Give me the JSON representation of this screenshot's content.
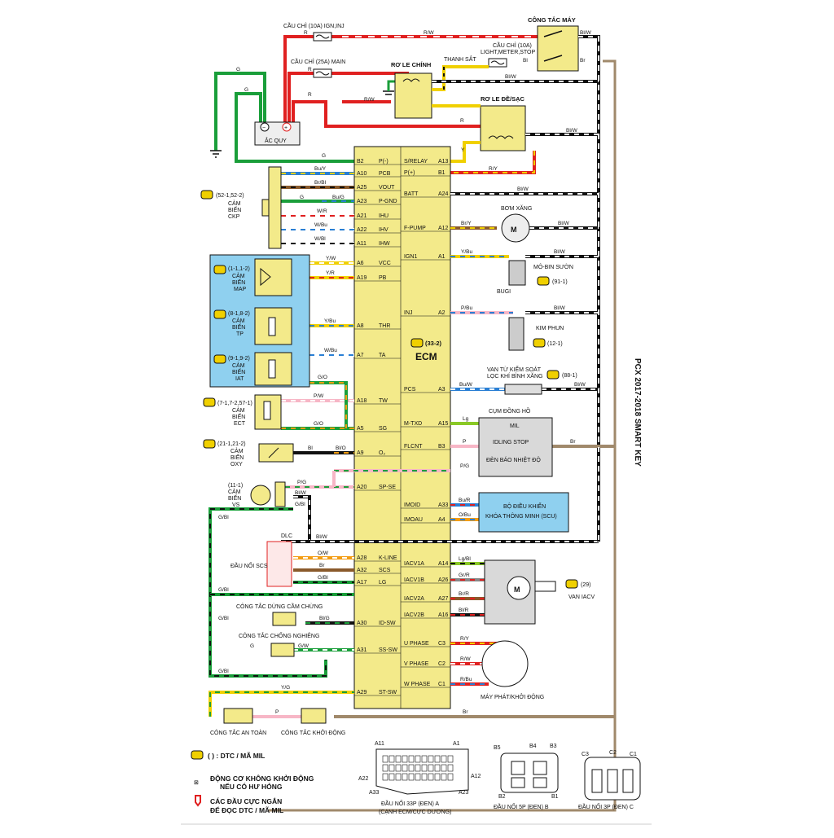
{
  "title_side": "PCX 2017-2018 SMART KEY",
  "top": {
    "fuse_ign": "CẦU CHÌ (10A) IGN,INJ",
    "fuse_main": "CẦU CHÌ (25A) MAIN",
    "fuse_light_1": "CẦU CHÌ (10A)",
    "fuse_light_2": "LIGHT,METER,STOP",
    "ignition_switch": "CÔNG TẮC MÁY",
    "main_relay": "RƠ LE CHÍNH",
    "frame_ground": "THANH SẮT",
    "starter_relay": "RƠ LE ĐỀ/SẠC",
    "battery": "ẮC QUY"
  },
  "ecm": {
    "code": "(33-2)",
    "label": "ECM",
    "left_pins": [
      {
        "id": "B2",
        "name": "P(-)"
      },
      {
        "id": "A10",
        "name": "PCB"
      },
      {
        "id": "A25",
        "name": "VOUT"
      },
      {
        "id": "A23",
        "name": "P-GND"
      },
      {
        "id": "A21",
        "name": "IHU"
      },
      {
        "id": "A22",
        "name": "IHV"
      },
      {
        "id": "A11",
        "name": "IHW"
      },
      {
        "id": "A6",
        "name": "VCC"
      },
      {
        "id": "A19",
        "name": "PB"
      },
      {
        "id": "A8",
        "name": "THR"
      },
      {
        "id": "A7",
        "name": "TA"
      },
      {
        "id": "A18",
        "name": "TW"
      },
      {
        "id": "A5",
        "name": "SG"
      },
      {
        "id": "A9",
        "name": "O₂"
      },
      {
        "id": "A20",
        "name": "SP-SE"
      },
      {
        "id": "A28",
        "name": "K-LINE"
      },
      {
        "id": "A32",
        "name": "SCS"
      },
      {
        "id": "A17",
        "name": "LG"
      },
      {
        "id": "A30",
        "name": "ID-SW"
      },
      {
        "id": "A31",
        "name": "SS-SW"
      },
      {
        "id": "A29",
        "name": "ST-SW"
      }
    ],
    "right_pins": [
      {
        "id": "A13",
        "name": "S/RELAY"
      },
      {
        "id": "B1",
        "name": "P(+)"
      },
      {
        "id": "A24",
        "name": "BATT"
      },
      {
        "id": "A12",
        "name": "F-PUMP"
      },
      {
        "id": "A1",
        "name": "IGN1"
      },
      {
        "id": "A2",
        "name": "INJ"
      },
      {
        "id": "A3",
        "name": "PCS"
      },
      {
        "id": "A15",
        "name": "M-TXD"
      },
      {
        "id": "B3",
        "name": "FLCNT"
      },
      {
        "id": "A33",
        "name": "IMOID"
      },
      {
        "id": "A4",
        "name": "IMOAU"
      },
      {
        "id": "A14",
        "name": "IACV1A"
      },
      {
        "id": "A26",
        "name": "IACV1B"
      },
      {
        "id": "A27",
        "name": "IACV2A"
      },
      {
        "id": "A16",
        "name": "IACV2B"
      },
      {
        "id": "C3",
        "name": "U PHASE"
      },
      {
        "id": "C2",
        "name": "V PHASE"
      },
      {
        "id": "C1",
        "name": "W PHASE"
      }
    ]
  },
  "sensors": {
    "ckp_code": "(52-1,52-2)",
    "ckp_1": "CẢM",
    "ckp_2": "BIẾN",
    "ckp_3": "CKP",
    "map_code": "(1-1,1-2)",
    "map_name": "MAP",
    "tp_code": "(8-1,8-2)",
    "tp_name": "TP",
    "iat_code": "(9-1,9-2)",
    "iat_name": "IAT",
    "ect_code": "(7-1,7-2,57-1)",
    "ect_name": "ECT",
    "oxy_code": "(21-1,21-2)",
    "oxy_name": "OXY",
    "vs_code": "(11-1)",
    "vs_name": "VS",
    "cam": "CẢM",
    "bien": "BIẾN"
  },
  "right_side": {
    "fuel_pump": "BƠM XĂNG",
    "ign_coil": "MÔ-BIN SƯỜN",
    "ign_coil_code": "(91-1)",
    "spark_plug": "BUGI",
    "injector": "KIM PHUN",
    "injector_code": "(12-1)",
    "pcs_1": "VAN TỪ KIỂM SOÁT",
    "pcs_2": "LỌC KHÍ BÌNH XĂNG",
    "pcs_code": "(88-1)",
    "meter_title": "CỤM ĐỒNG HỒ",
    "meter_1": "MIL",
    "meter_2": "IDLING STOP",
    "meter_3": "ĐÈN BÁO NHIỆT ĐỘ",
    "scu_1": "BỘ ĐIỀU KHIỂN",
    "scu_2": "KHÓA THÔNG MINH (SCU)",
    "iacv_code": "(29)",
    "iacv": "VAN IACV",
    "generator": "MÁY PHÁT/KHỞI ĐỘNG"
  },
  "bottom_left": {
    "dlc": "DLC",
    "scs": "ĐẦU NỐI SCS",
    "idle_stop": "CÔNG TẮC DỪNG CẦM CHỪNG",
    "bank_angle": "CÔNG TẮC CHỐNG NGHIÊNG",
    "safety": "CÔNG TẮC AN TOÀN",
    "start": "CÔNG TẮC KHỞI ĐỘNG"
  },
  "wires": {
    "rw": "R/W",
    "r": "R",
    "g": "G",
    "bi": "Bl",
    "biw": "Bl/W",
    "br": "Br",
    "y": "Y",
    "ry": "R/Y",
    "buy": "Bu/Y",
    "brbi": "Br/Bl",
    "bug": "Bu/G",
    "wr": "W/R",
    "wbu": "W/Bu",
    "wbi": "W/Bl",
    "yw": "Y/W",
    "yr": "Y/R",
    "ybu": "Y/Bu",
    "go": "G/O",
    "pw": "P/W",
    "bio": "Bl/O",
    "pg": "P/G",
    "gbi": "G/Bl",
    "ow": "O/W",
    "bigt": "Bl/G",
    "gw": "G/W",
    "yg": "Y/G",
    "p": "P",
    "brr": "Br/Y",
    "pbu": "P/Bu",
    "buw": "Bu/W",
    "lg": "Lg",
    "bur": "Bu/R",
    "obu": "O/Bu",
    "lgbi": "Lg/Bl",
    "grr": "Gr/R",
    "brr2": "Br/R",
    "bir": "Bl/R",
    "rw2": "R/W",
    "rbu": "R/Bu"
  },
  "legend": {
    "dtc": "( )  :  DTC / MÃ MIL",
    "no_start_1": "ĐỘNG CƠ KHÔNG KHỞI ĐỘNG",
    "no_start_2": "NẾU CÓ HƯ HỎNG",
    "short_1": "CÁC ĐẦU CỰC NGẮN",
    "short_2": "ĐỂ ĐỌC DTC / MÃ MIL"
  },
  "connectors": {
    "a_title_1": "ĐẦU NỐI 33P (ĐEN) A",
    "a_title_2": "(CẠNH ECM/CỰC DƯƠNG)",
    "a_pins": [
      "A11",
      "A1",
      "A22",
      "A12",
      "A33",
      "A23"
    ],
    "b_title": "ĐẦU NỐI 5P (ĐEN) B",
    "b_pins": [
      "B5",
      "B4",
      "B3",
      "B2",
      "B1"
    ],
    "c_title": "ĐẦU NỐI 3P (ĐEN) C",
    "c_pins": [
      "C3",
      "C2",
      "C1"
    ]
  },
  "colors": {
    "ecm": "#f3ea8a",
    "sensor_box": "#8fd0ef",
    "meter_box": "#d9d9d9",
    "scu_box": "#8fd0ef",
    "frame": "#a0896b"
  }
}
